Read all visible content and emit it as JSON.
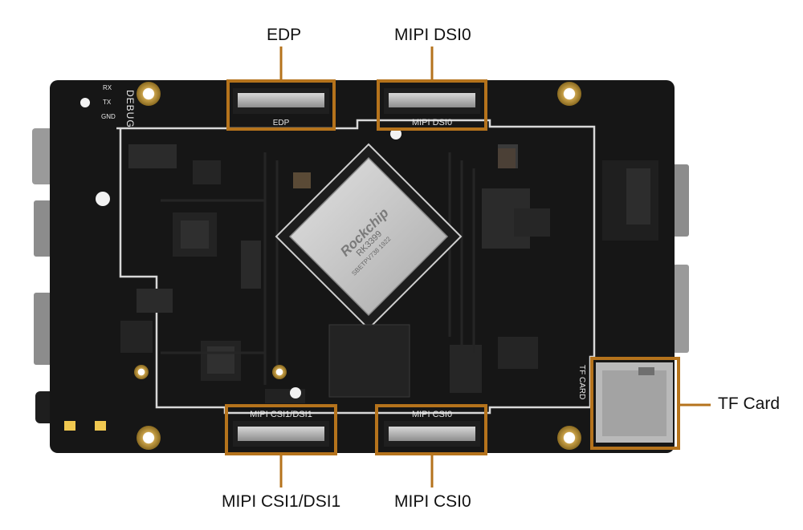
{
  "callouts": {
    "edp": "EDP",
    "mipi_dsi0": "MIPI DSI0",
    "mipi_csi1_dsi1": "MIPI CSI1/DSI1",
    "mipi_csi0": "MIPI CSI0",
    "tf_card": "TF Card"
  },
  "silkscreen": {
    "edp": "EDP",
    "mipi_dsi0": "MIPI DSI0",
    "mipi_csi1_dsi1": "MIPI CSI1/DSI1",
    "mipi_csi0": "MIPI CSI0",
    "tf_card": "TF CARD",
    "debug": "DEBUG",
    "rx": "RX",
    "tx": "TX",
    "gnd": "GND"
  },
  "chip": {
    "brand": "Rockchip",
    "model": "RK3399",
    "code": "SBETPV738 1922"
  },
  "colors": {
    "board": "#161616",
    "highlight": "#b5731c",
    "silk": "#e8e8e8",
    "chip": "#c9c9c9"
  }
}
